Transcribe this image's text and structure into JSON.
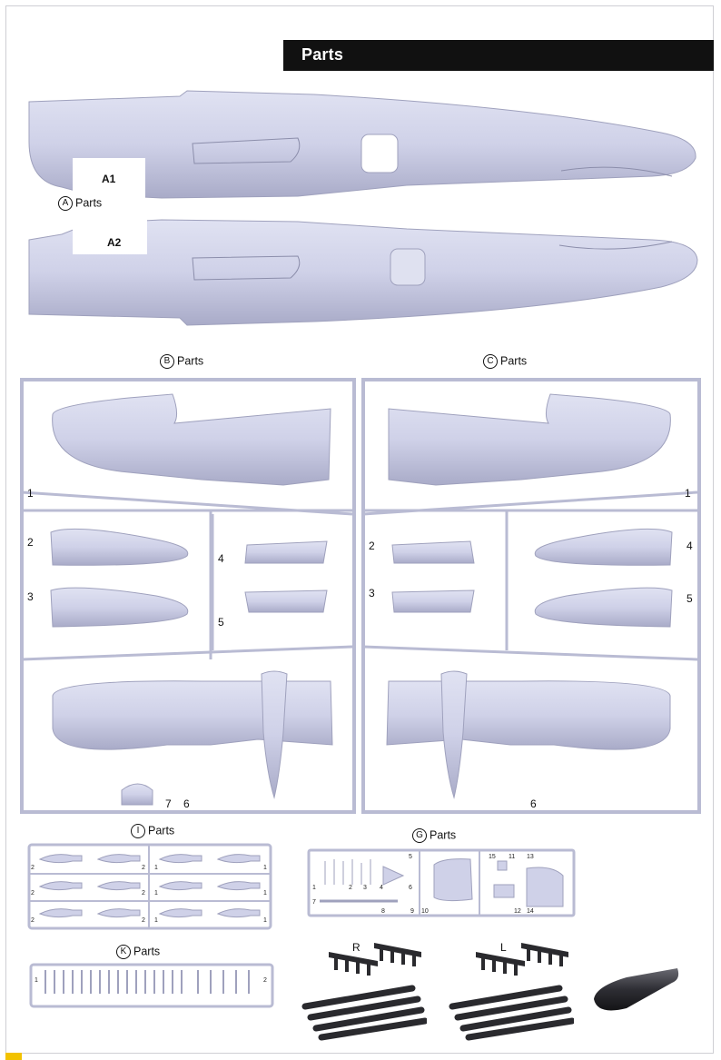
{
  "header": {
    "title": "Parts"
  },
  "fuselage": {
    "label_a1": "A1",
    "label_a2": "A2",
    "group_letter": "A",
    "group_word": "Parts"
  },
  "sprue_b": {
    "letter": "B",
    "word": "Parts",
    "nums": [
      "1",
      "2",
      "3",
      "4",
      "5",
      "6",
      "7"
    ]
  },
  "sprue_c": {
    "letter": "C",
    "word": "Parts",
    "nums": [
      "1",
      "2",
      "3",
      "4",
      "5",
      "6"
    ]
  },
  "sprue_i": {
    "letter": "I",
    "word": "Parts",
    "nums": [
      "2",
      "2",
      "2",
      "1",
      "1",
      "1",
      "2",
      "2",
      "2",
      "1",
      "1",
      "1"
    ]
  },
  "sprue_g": {
    "letter": "G",
    "word": "Parts",
    "nums": [
      "1",
      "2",
      "3",
      "4",
      "5",
      "6",
      "7",
      "8",
      "9",
      "10",
      "11",
      "12",
      "13",
      "14",
      "15"
    ]
  },
  "sprue_k": {
    "letter": "K",
    "word": "Parts",
    "nums": [
      "1",
      "2"
    ]
  },
  "rockets": {
    "right": "R",
    "left": "L"
  },
  "colors": {
    "plastic": "#cfd1e8",
    "plastic_shade": "#aeb0cc",
    "dark_part": "#2a2a2e",
    "header": "#111111"
  }
}
